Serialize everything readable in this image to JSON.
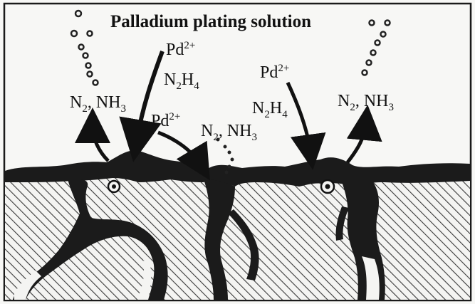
{
  "title": "Palladium plating solution",
  "labels": {
    "pd_top": "Pd",
    "pd_top_charge": "2+",
    "n2h4_top_base": "N",
    "n2h4_top_sub1": "2",
    "n2h4_top_mid": "H",
    "n2h4_top_sub2": "4",
    "gas_left_n": "N",
    "gas_left_sub1": "2",
    "gas_left_mid": ", NH",
    "gas_left_sub2": "3",
    "pd_mid": "Pd",
    "pd_mid_charge": "2+",
    "gas_center_n": "N",
    "gas_center_sub1": "2",
    "gas_center_mid": ", NH",
    "gas_center_sub2": "3",
    "pd_right": "Pd",
    "pd_right_charge": "2+",
    "n2h4_right_base": "N",
    "n2h4_right_sub1": "2",
    "n2h4_right_mid": "H",
    "n2h4_right_sub2": "4",
    "gas_right_n": "N",
    "gas_right_sub1": "2",
    "gas_right_mid": ", NH",
    "gas_right_sub2": "3"
  }
}
